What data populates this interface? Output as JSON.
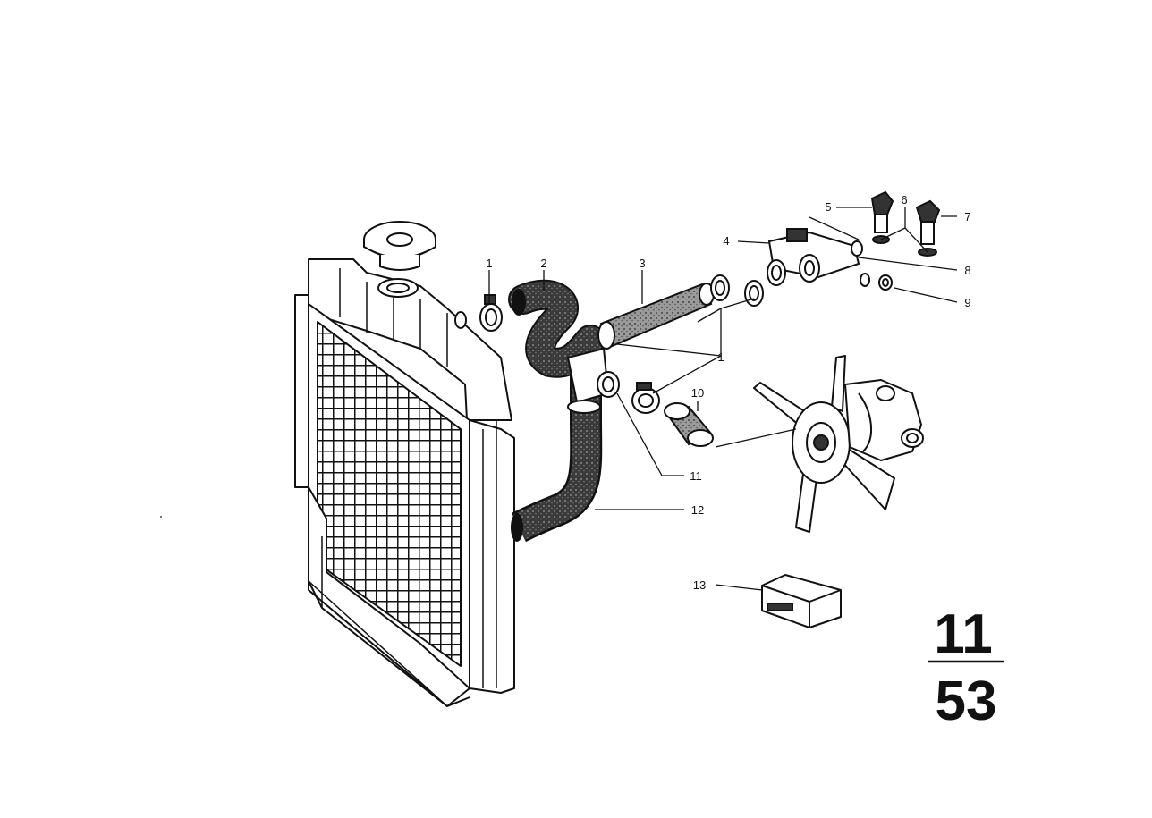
{
  "diagram": {
    "callouts": [
      "1",
      "2",
      "3",
      "4",
      "5",
      "6",
      "7",
      "8",
      "9",
      "10",
      "1",
      "11",
      "12",
      "13"
    ]
  },
  "page_number": {
    "top": "11",
    "bottom": "53"
  },
  "colors": {
    "ink": "#111111",
    "background": "#ffffff",
    "hose_fill": "#2a2a2a"
  }
}
